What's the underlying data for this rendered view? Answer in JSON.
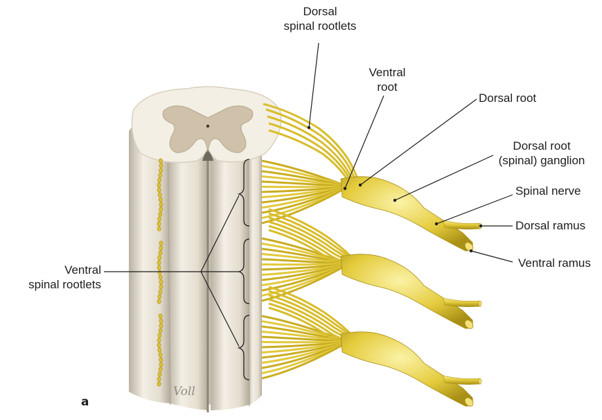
{
  "labels": {
    "dorsal_spinal_rootlets": [
      "Dorsal",
      "spinal rootlets"
    ],
    "ventral_root": [
      "Ventral",
      "root"
    ],
    "dorsal_root": "Dorsal root",
    "dorsal_root_ganglion": [
      "Dorsal root",
      "(spinal) ganglion"
    ],
    "spinal_nerve": "Spinal nerve",
    "dorsal_ramus": "Dorsal ramus",
    "ventral_ramus": "Ventral ramus",
    "ventral_spinal_rootlets": [
      "Ventral",
      "spinal rootlets"
    ]
  },
  "panel_letter": "a",
  "signature": "Voll",
  "colors": {
    "background": "#ffffff",
    "cord_white_matter": "#ece6da",
    "cord_shadow": "#c9c2b3",
    "gray_matter": "#cfc1aa",
    "nerve_yellow": "#e9d24a",
    "nerve_light": "#f7ea8a",
    "nerve_dark": "#a88f15",
    "leader_line": "#1d1d1b"
  }
}
